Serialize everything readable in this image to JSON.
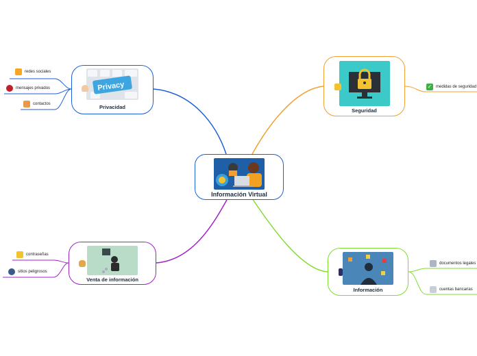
{
  "central": {
    "label": "Información Virtual",
    "icon": "person-laptop-icon"
  },
  "branches": {
    "privacidad": {
      "label": "Privacidad",
      "image_text": "Privacy",
      "color": "#1b5fd6",
      "icon": "person-icon",
      "leaves": [
        {
          "label": "redes sociales",
          "icon": "social-network-icon"
        },
        {
          "label": "mensajes privados",
          "icon": "message-icon"
        },
        {
          "label": "contactos",
          "icon": "contacts-icon"
        }
      ]
    },
    "seguridad": {
      "label": "Seguridad",
      "color": "#f0a030",
      "icon": "padlock-icon",
      "leaves": [
        {
          "label": "medidas de seguridad",
          "icon": "checkmark-icon"
        }
      ]
    },
    "venta": {
      "label": "Venta de información",
      "color": "#a020c8",
      "icon": "money-bag-icon",
      "leaves": [
        {
          "label": "contraseñas",
          "icon": "lock-icon"
        },
        {
          "label": "sitios peligrosos",
          "icon": "hacker-icon"
        }
      ]
    },
    "informacion": {
      "label": "Información",
      "color": "#80dd30",
      "icon": "phone-icon",
      "leaves": [
        {
          "label": "documentos legales",
          "icon": "document-icon"
        },
        {
          "label": "cuentas bancarias",
          "icon": "bank-card-icon"
        }
      ]
    }
  }
}
